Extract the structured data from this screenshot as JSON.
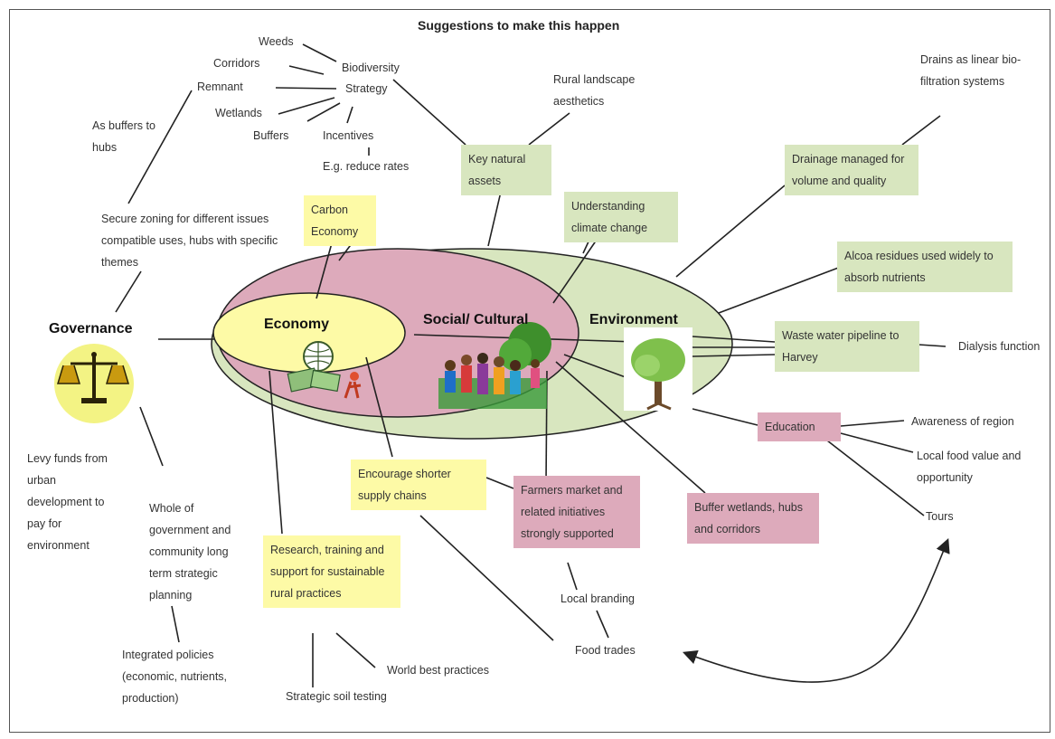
{
  "title": "Suggestions to make this happen",
  "colors": {
    "environment": "#d8e6bf",
    "social": "#ddaabb",
    "economy": "#fdfaa6"
  },
  "icons": [
    "scales-icon",
    "globe-money-icon",
    "people-group-icon",
    "tree-icon"
  ],
  "core": {
    "economy": "Economy",
    "social": "Social/ Cultural",
    "environment": "Environment",
    "governance": "Governance"
  },
  "biodiversity": {
    "hub_line1": "Biodiversity",
    "hub_line2": "Strategy",
    "weeds": "Weeds",
    "corridors": "Corridors",
    "remnant": "Remnant",
    "wetlands": "Wetlands",
    "buffers": "Buffers",
    "incentives": "Incentives",
    "reduce_rates": "E.g. reduce rates"
  },
  "governance_notes": {
    "as_buffers": "As buffers to hubs",
    "secure_zoning": "Secure zoning for different issues compatible uses, hubs with specific themes",
    "levy": "Levy funds from urban development to pay for environment",
    "whole_of_gov": "Whole of government and community long term strategic planning",
    "integrated": "Integrated policies (economic, nutrients, production)"
  },
  "boxes": {
    "carbon": "Carbon Economy",
    "key_natural": "Key natural assets",
    "climate": "Understanding climate change",
    "drainage": "Drainage managed for volume and quality",
    "alcoa": "Alcoa residues used widely to absorb nutrients",
    "waste_water": "Waste water pipeline to Harvey",
    "education": "Education",
    "buffer_wetlands": "Buffer wetlands, hubs and corridors",
    "farmers": "Farmers market and related initiatives strongly supported",
    "supply": "Encourage shorter supply chains",
    "research": "Research, training and support for sustainable rural practices"
  },
  "notes": {
    "rural": "Rural landscape aesthetics",
    "drains": "Drains as linear bio-filtration systems",
    "dialysis": "Dialysis function",
    "awareness": "Awareness of region",
    "local_food": "Local food value and opportunity",
    "tours": "Tours",
    "local_branding": "Local branding",
    "food_trades": "Food trades",
    "world_best": "World best practices",
    "soil_testing": "Strategic soil testing"
  }
}
